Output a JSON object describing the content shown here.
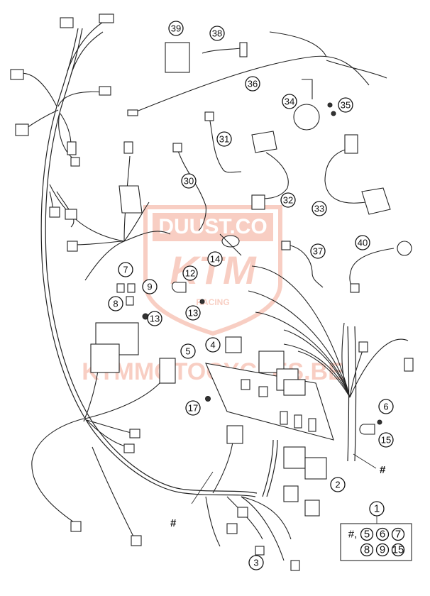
{
  "watermark": {
    "top_text": "DUUST.CO",
    "center_text": "KTM",
    "sub_text": "RACING",
    "bottom_text": "KTMMOTOCYCLES.BE",
    "color": "#e8542a"
  },
  "hash_symbol": "#",
  "kit": {
    "number": "1",
    "prefix": "#,",
    "row1": [
      "5",
      "6",
      "7"
    ],
    "row2": [
      "8",
      "9",
      "15"
    ]
  },
  "callouts": [
    "2",
    "3",
    "4",
    "5",
    "6",
    "7",
    "8",
    "9",
    "12",
    "13",
    "13",
    "14",
    "15",
    "17",
    "30",
    "31",
    "32",
    "33",
    "34",
    "35",
    "36",
    "37",
    "38",
    "39",
    "40"
  ],
  "colors": {
    "line": "#222222",
    "background": "#ffffff"
  }
}
